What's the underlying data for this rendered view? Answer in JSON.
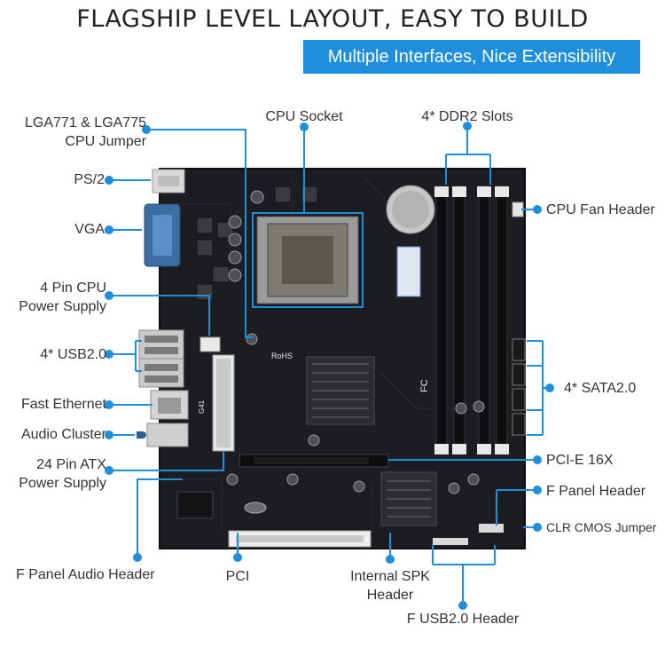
{
  "header": {
    "title": "FLAGSHIP LEVEL LAYOUT, EASY TO BUILD",
    "subtitle": "Multiple Interfaces, Nice Extensibility"
  },
  "colors": {
    "accent": "#1f8fdd",
    "pcb": "#1c1d20",
    "heatsink": "#2b2d30",
    "text": "#333333"
  },
  "labels": {
    "cpu_jumper_1": "LGA771 & LGA775",
    "cpu_jumper_2": "CPU Jumper",
    "cpu_socket": "CPU Socket",
    "ddr2": "4* DDR2 Slots",
    "ps2": "PS/2",
    "vga": "VGA",
    "cpu_power_1": "4 Pin CPU",
    "cpu_power_2": "Power Supply",
    "usb": "4* USB2.0",
    "ethernet": "Fast Ethernet",
    "audio": "Audio Cluster",
    "atx_1": "24 Pin ATX",
    "atx_2": "Power Supply",
    "f_audio": "F Panel Audio Header",
    "pci": "PCI",
    "spk_1": "Internal SPK",
    "spk_2": "Header",
    "f_usb": "F USB2.0 Header",
    "cpu_fan": "CPU Fan Header",
    "sata": "4* SATA2.0",
    "pcie": "PCI-E 16X",
    "f_panel": "F Panel Header",
    "clr_cmos": "CLR CMOS Jumper"
  },
  "board_text": {
    "rohs": "RoHS",
    "fc": "FC",
    "model": "G41"
  }
}
